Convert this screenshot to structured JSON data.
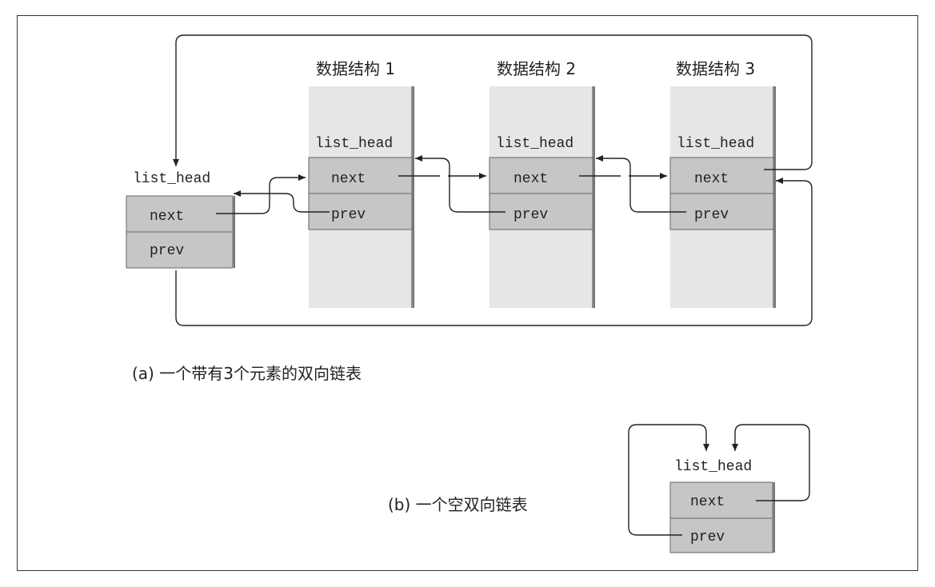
{
  "diagram_a": {
    "structures": [
      {
        "title": "数据结构 1",
        "head_label": "list_head",
        "next": "next",
        "prev": "prev"
      },
      {
        "title": "数据结构 2",
        "head_label": "list_head",
        "next": "next",
        "prev": "prev"
      },
      {
        "title": "数据结构 3",
        "head_label": "list_head",
        "next": "next",
        "prev": "prev"
      }
    ],
    "head": {
      "label": "list_head",
      "next": "next",
      "prev": "prev"
    },
    "caption": "(a) 一个带有3个元素的双向链表"
  },
  "diagram_b": {
    "head": {
      "label": "list_head",
      "next": "next",
      "prev": "prev"
    },
    "caption": "(b) 一个空双向链表"
  },
  "colors": {
    "cell_fill": "#c6c6c6",
    "cell_border": "#555555",
    "struct_fill": "#e7e7e7",
    "line": "#222222"
  }
}
